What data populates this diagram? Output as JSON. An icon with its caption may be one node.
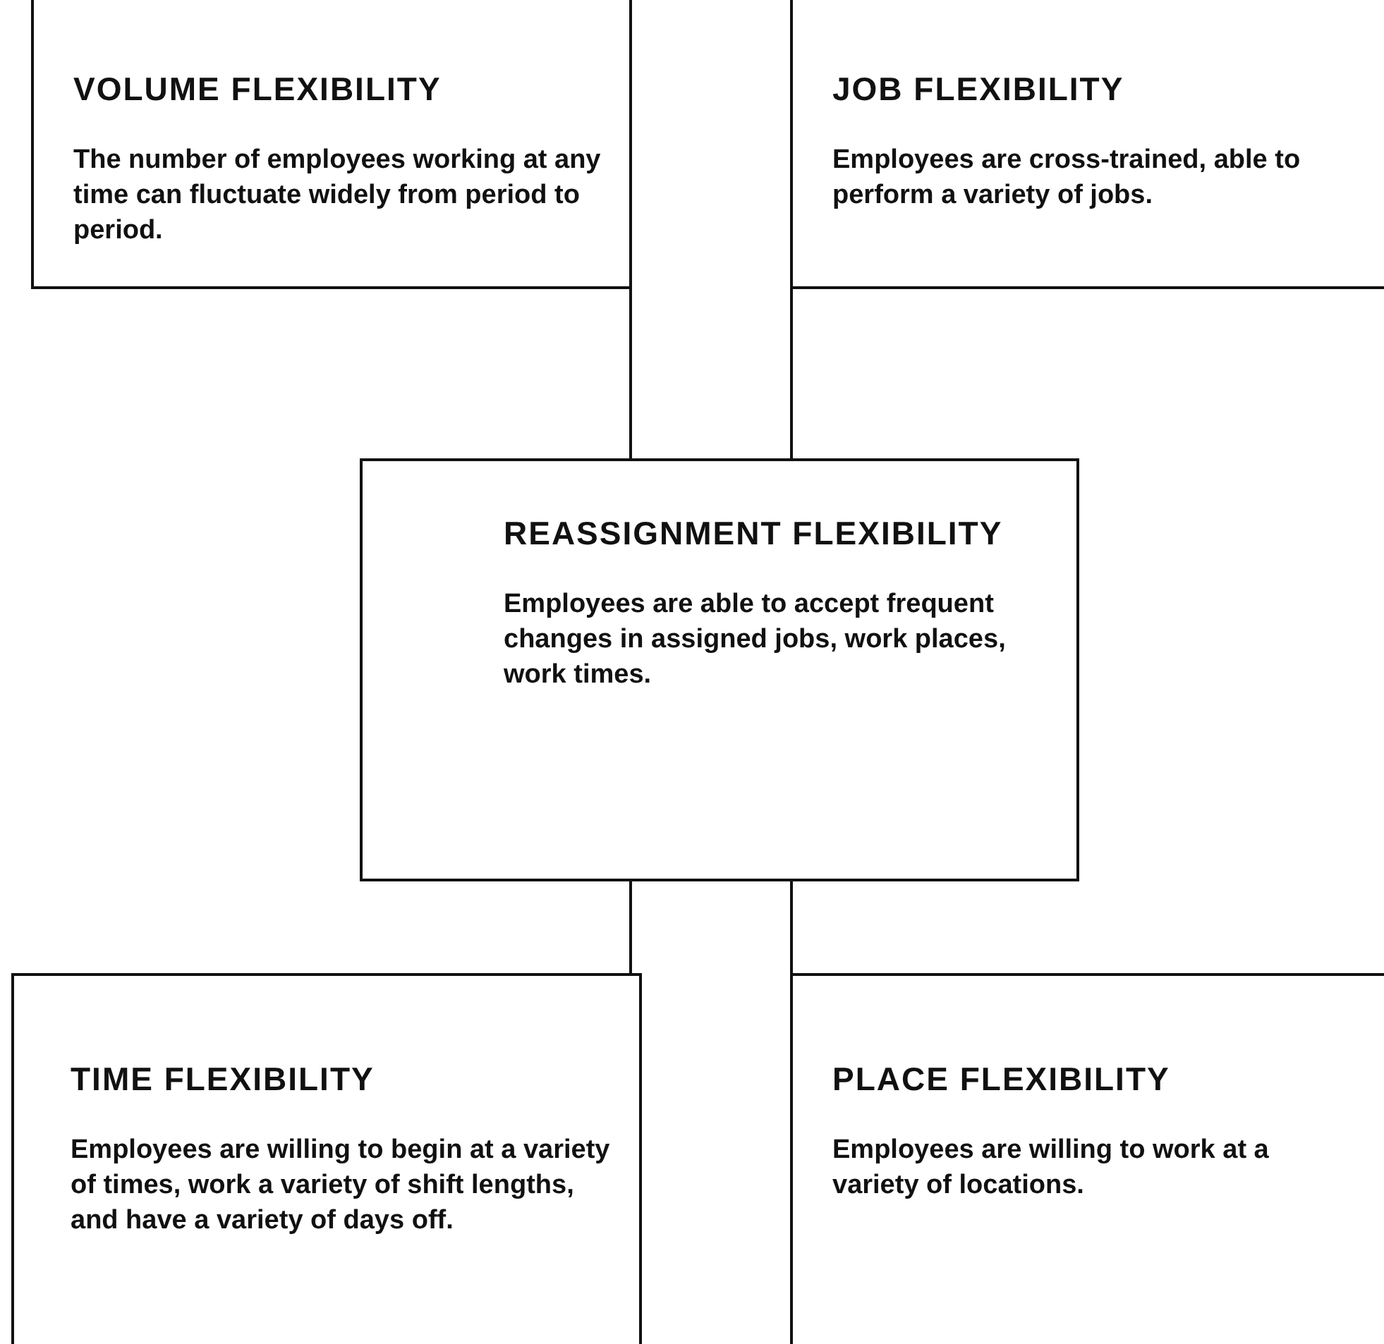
{
  "diagram": {
    "nodes": [
      {
        "text": [
          "VOLUME FLEXIBILITY",
          "The number of employees working at any time can fluctuate widely from period to period."
        ]
      },
      {
        "text": [
          "JOB FLEXIBILITY",
          "Employees are cross-trained, able to perform a variety of jobs."
        ]
      },
      {
        "text": [
          "REASSIGNMENT FLEXIBILITY",
          "Employees are able to accept frequent changes in assigned jobs, work places, work times."
        ]
      },
      {
        "text": [
          "TIME FLEXIBILITY",
          "Employees are willing to begin at a variety of times, work a variety of shift lengths, and have a variety of days off."
        ]
      },
      {
        "text": [
          "PLACE FLEXIBILITY",
          "Employees are willing to work at a variety of locations."
        ]
      }
    ],
    "edges": [
      {
        "from": 0,
        "to": 2,
        "arrow": "none"
      },
      {
        "from": 1,
        "to": 2,
        "arrow": "none"
      },
      {
        "from": 2,
        "to": 3,
        "arrow": "none"
      },
      {
        "from": 2,
        "to": 4,
        "arrow": "none"
      }
    ]
  }
}
